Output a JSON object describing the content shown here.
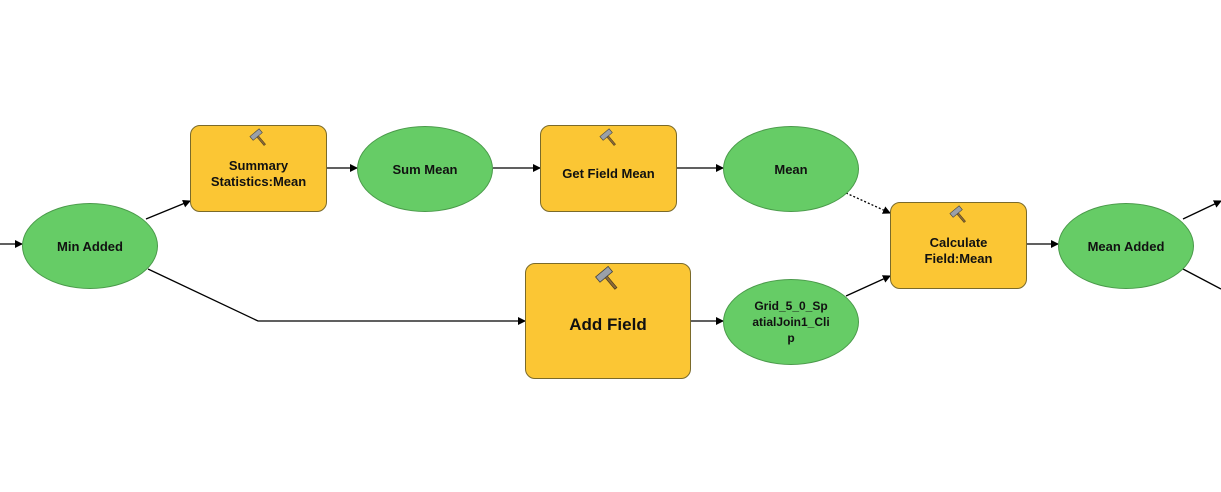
{
  "nodes": {
    "min_added": "Min Added",
    "summary_stats": "Summary\nStatistics:Mean",
    "sum_mean": "Sum Mean",
    "get_field_mean": "Get Field Mean",
    "mean": "Mean",
    "add_field": "Add Field",
    "grid": "Grid_5_0_Sp\natialJoin1_Cli\np",
    "calculate_field": "Calculate\nField:Mean",
    "mean_added": "Mean Added"
  },
  "icons": {
    "tool": "hammer-icon"
  },
  "colors": {
    "variable": "#66cc66",
    "tool": "#fbc634",
    "edge": "#000000"
  }
}
